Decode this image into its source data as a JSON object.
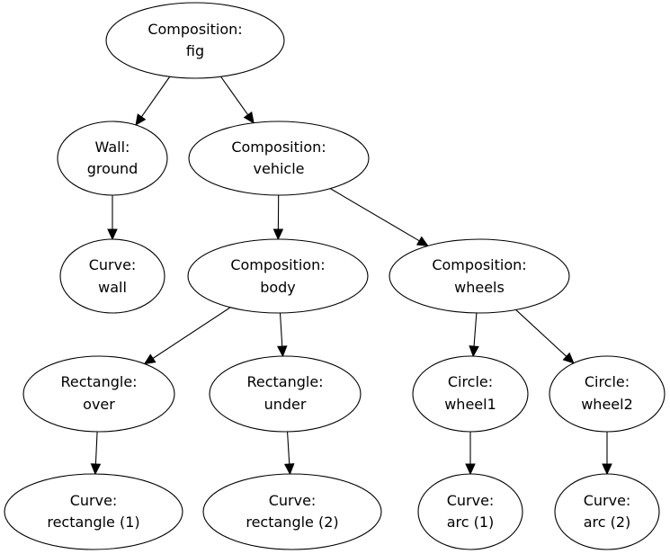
{
  "nodes": {
    "fig": {
      "type": "Composition:",
      "name": "fig"
    },
    "ground": {
      "type": "Wall:",
      "name": "ground"
    },
    "vehicle": {
      "type": "Composition:",
      "name": "vehicle"
    },
    "wall": {
      "type": "Curve:",
      "name": "wall"
    },
    "body": {
      "type": "Composition:",
      "name": "body"
    },
    "wheels": {
      "type": "Composition:",
      "name": "wheels"
    },
    "over": {
      "type": "Rectangle:",
      "name": "over"
    },
    "under": {
      "type": "Rectangle:",
      "name": "under"
    },
    "wheel1": {
      "type": "Circle:",
      "name": "wheel1"
    },
    "wheel2": {
      "type": "Circle:",
      "name": "wheel2"
    },
    "rectangle_1": {
      "type": "Curve:",
      "name": "rectangle (1)"
    },
    "rectangle_2": {
      "type": "Curve:",
      "name": "rectangle (2)"
    },
    "arc_1": {
      "type": "Curve:",
      "name": "arc (1)"
    },
    "arc_2": {
      "type": "Curve:",
      "name": "arc (2)"
    }
  },
  "edges": [
    {
      "from": "fig",
      "to": "ground"
    },
    {
      "from": "fig",
      "to": "vehicle"
    },
    {
      "from": "ground",
      "to": "wall"
    },
    {
      "from": "vehicle",
      "to": "body"
    },
    {
      "from": "vehicle",
      "to": "wheels"
    },
    {
      "from": "body",
      "to": "over"
    },
    {
      "from": "body",
      "to": "under"
    },
    {
      "from": "wheels",
      "to": "wheel1"
    },
    {
      "from": "wheels",
      "to": "wheel2"
    },
    {
      "from": "over",
      "to": "rectangle_1"
    },
    {
      "from": "under",
      "to": "rectangle_2"
    },
    {
      "from": "wheel1",
      "to": "arc_1"
    },
    {
      "from": "wheel2",
      "to": "arc_2"
    }
  ]
}
